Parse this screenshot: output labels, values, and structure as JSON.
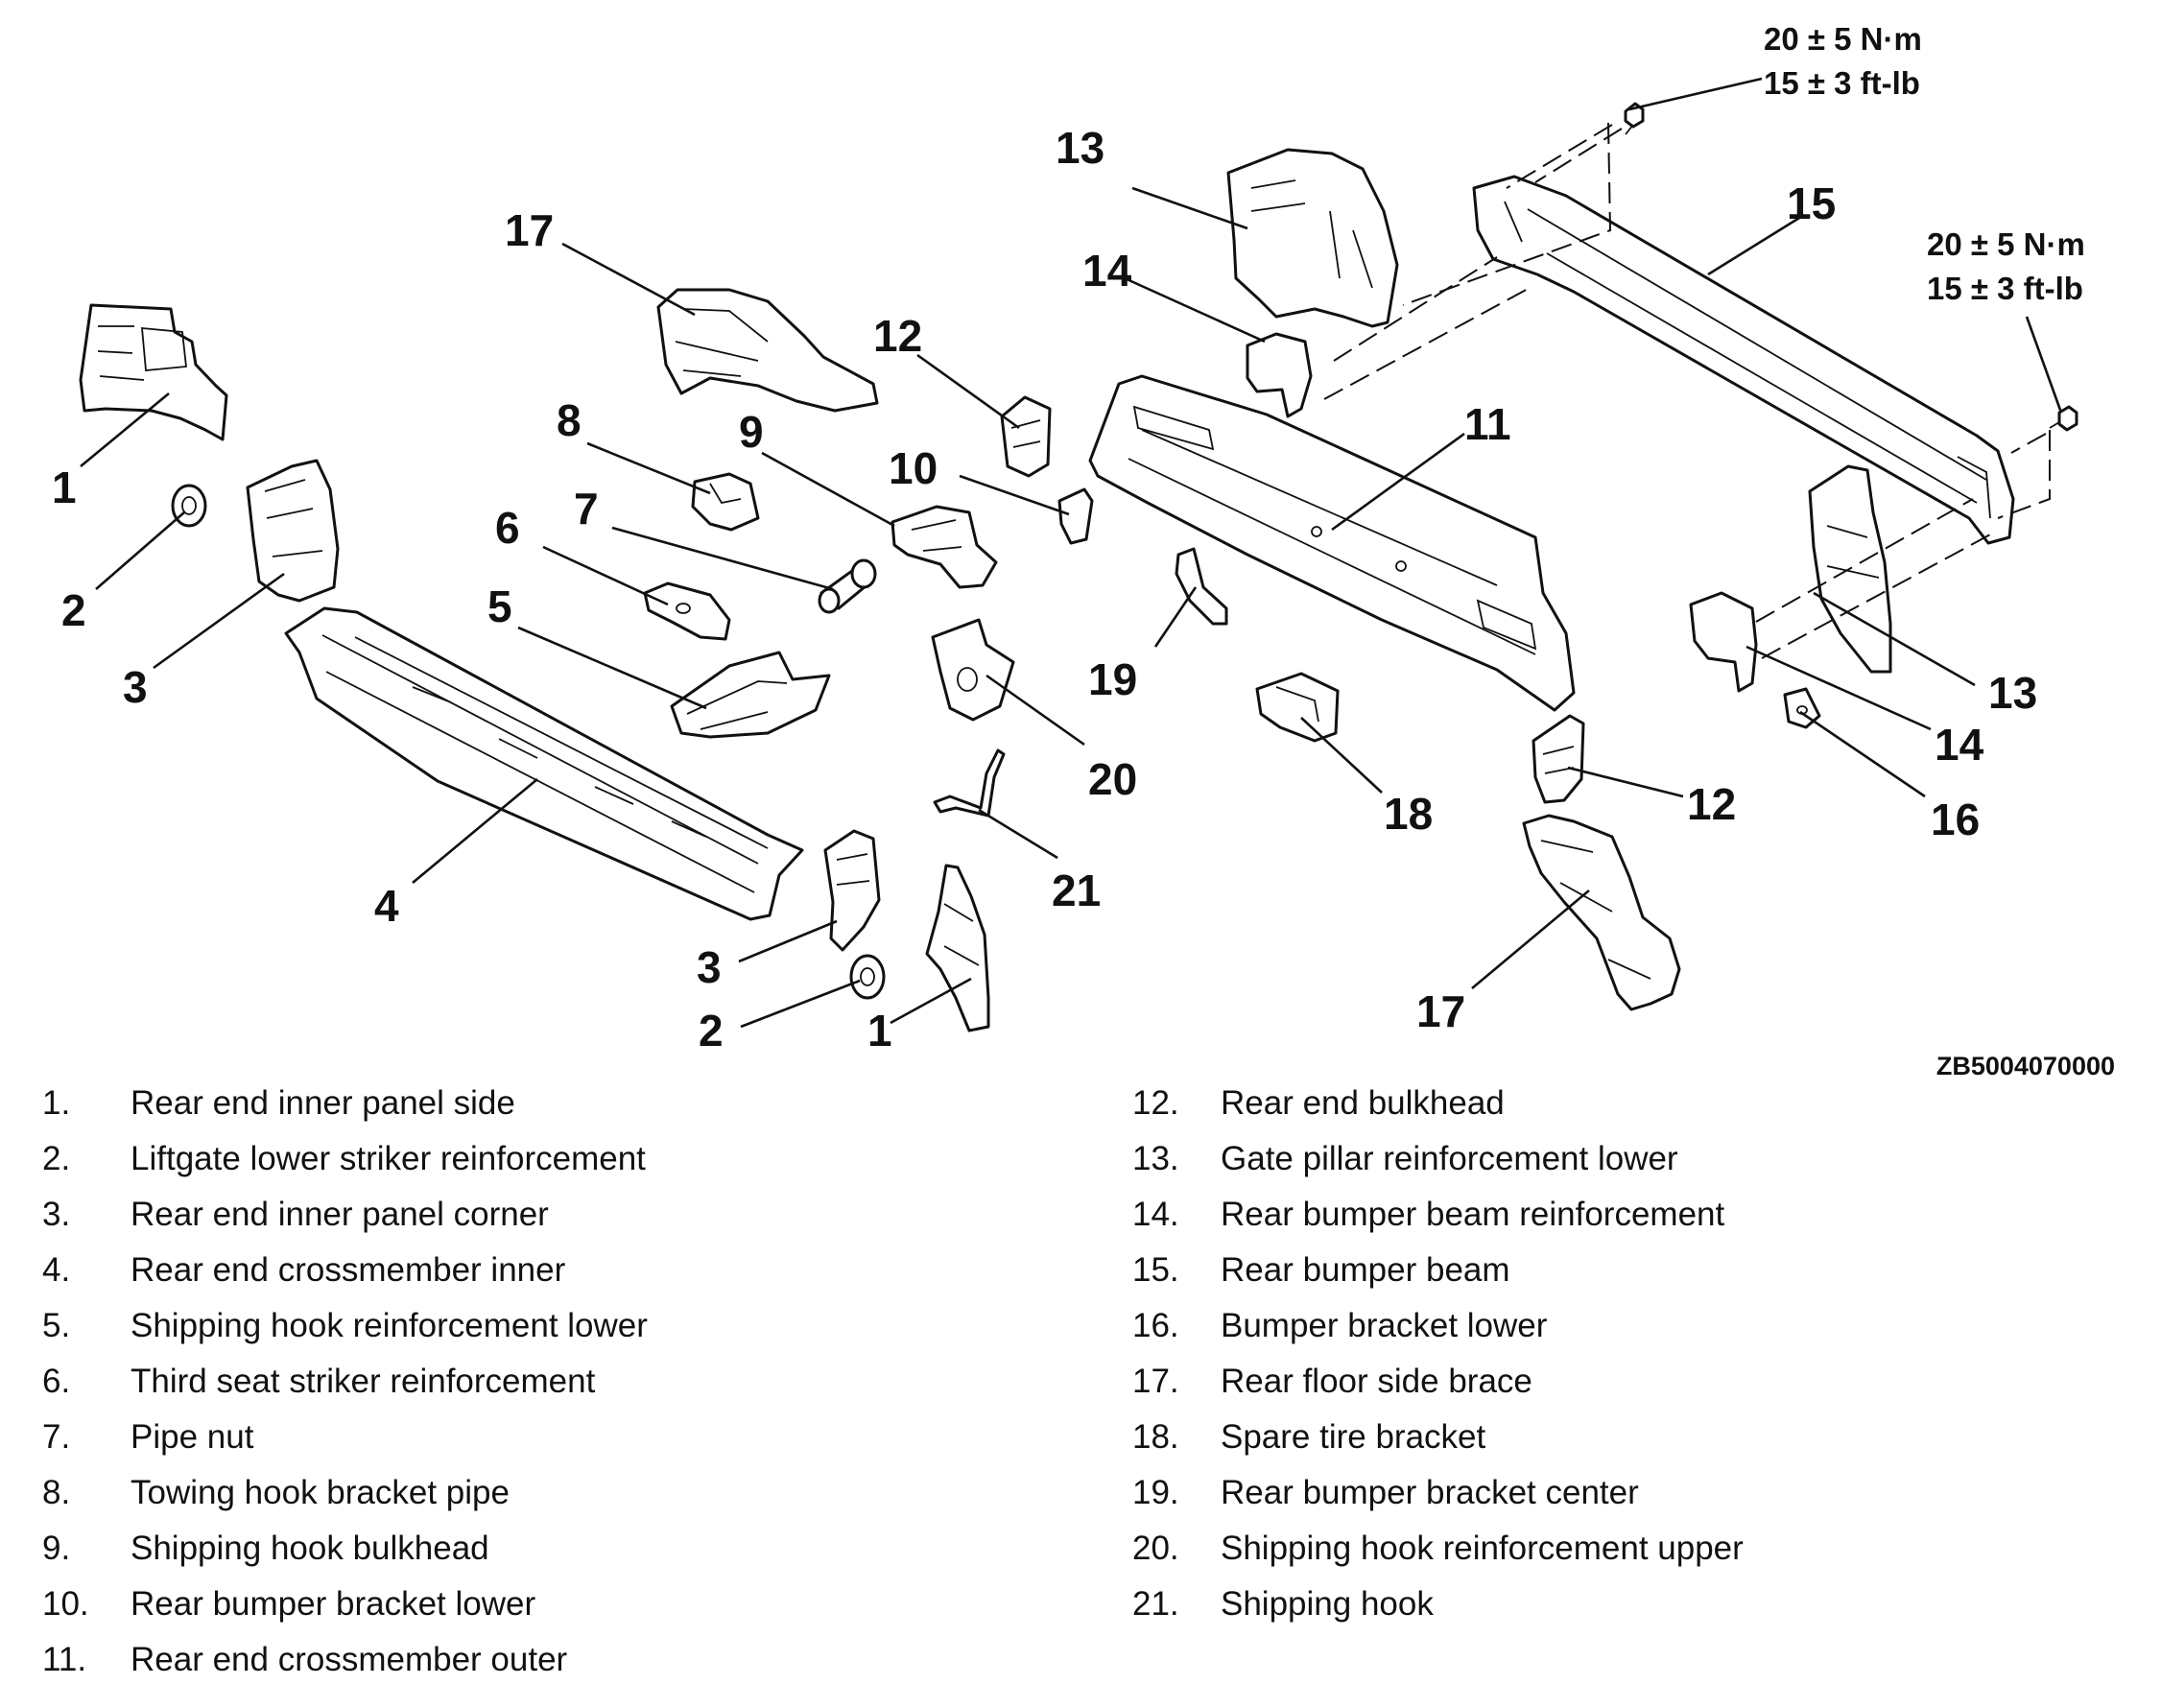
{
  "diagram": {
    "figure_id": "ZB5004070000",
    "torque_specs": [
      {
        "metric": "20 ± 5 N·m",
        "imperial": "15 ± 3 ft-lb"
      },
      {
        "metric": "20 ± 5 N·m",
        "imperial": "15 ± 3 ft-lb"
      }
    ],
    "callouts": [
      "1",
      "2",
      "3",
      "4",
      "5",
      "6",
      "7",
      "8",
      "9",
      "10",
      "11",
      "12",
      "13",
      "14",
      "15",
      "16",
      "17",
      "18",
      "19",
      "20",
      "21"
    ]
  },
  "legend": {
    "left": [
      {
        "num": "1.",
        "label": "Rear end inner panel side"
      },
      {
        "num": "2.",
        "label": "Liftgate lower striker reinforcement"
      },
      {
        "num": "3.",
        "label": "Rear end inner panel corner"
      },
      {
        "num": "4.",
        "label": "Rear end crossmember inner"
      },
      {
        "num": "5.",
        "label": "Shipping hook reinforcement lower"
      },
      {
        "num": "6.",
        "label": "Third seat striker reinforcement"
      },
      {
        "num": "7.",
        "label": "Pipe nut"
      },
      {
        "num": "8.",
        "label": "Towing hook bracket pipe"
      },
      {
        "num": "9.",
        "label": "Shipping hook bulkhead"
      },
      {
        "num": "10.",
        "label": "Rear bumper bracket lower"
      },
      {
        "num": "11.",
        "label": "Rear end crossmember outer"
      }
    ],
    "right": [
      {
        "num": "12.",
        "label": "Rear end bulkhead"
      },
      {
        "num": "13.",
        "label": "Gate pillar reinforcement lower"
      },
      {
        "num": "14.",
        "label": "Rear bumper beam reinforcement"
      },
      {
        "num": "15.",
        "label": "Rear bumper beam"
      },
      {
        "num": "16.",
        "label": "Bumper bracket lower"
      },
      {
        "num": "17.",
        "label": "Rear floor side brace"
      },
      {
        "num": "18.",
        "label": "Spare tire bracket"
      },
      {
        "num": "19.",
        "label": "Rear bumper bracket center"
      },
      {
        "num": "20.",
        "label": "Shipping hook reinforcement upper"
      },
      {
        "num": "21.",
        "label": "Shipping hook"
      }
    ]
  }
}
